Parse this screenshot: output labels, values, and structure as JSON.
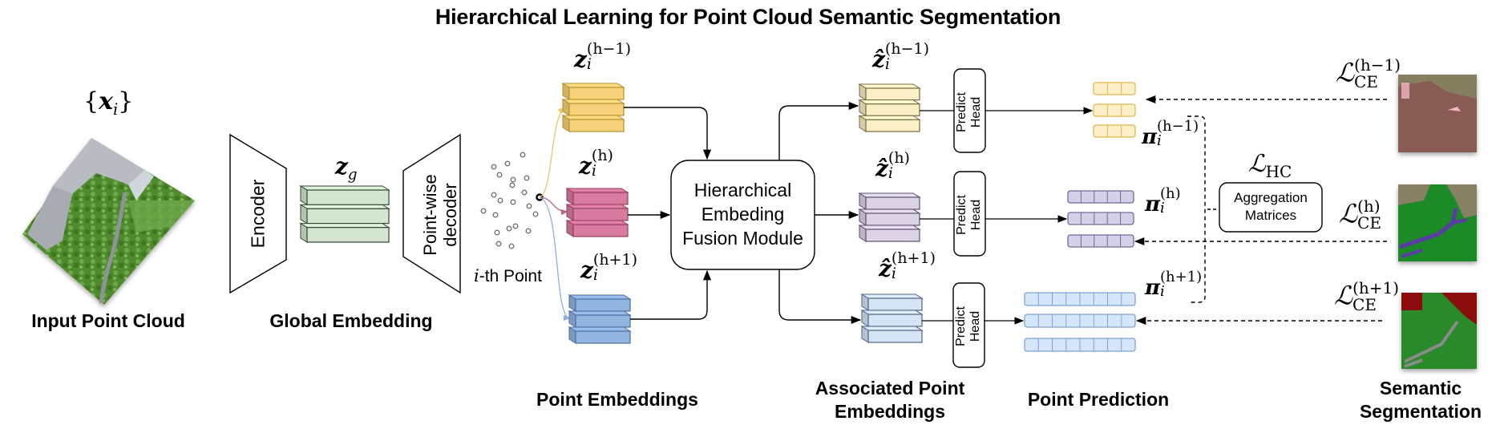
{
  "title": "Hierarchical Learning for Point Cloud Semantic Segmentation",
  "sections": {
    "input_point_cloud": "Input Point Cloud",
    "global_embedding": "Global Embedding",
    "point_embeddings": "Point Embeddings",
    "associated_point_embeddings_line1": "Associated Point",
    "associated_point_embeddings_line2": "Embeddings",
    "point_prediction": "Point Prediction",
    "semantic_segmentation_line1": "Semantic",
    "semantic_segmentation_line2": "Segmentation"
  },
  "input": {
    "set_symbol": "{x_i}",
    "brace_open": "{",
    "var": "x",
    "sub": "i",
    "brace_close": "}"
  },
  "encoder": {
    "label": "Encoder"
  },
  "global_embedding_symbol": {
    "var": "z",
    "sub": "g"
  },
  "decoder": {
    "label_line1": "Point-wise",
    "label_line2": "decoder"
  },
  "ith_point": {
    "var": "i",
    "suffix": "-th Point"
  },
  "point_embeddings": [
    {
      "var": "z",
      "sub": "i",
      "sup": "(h−1)",
      "color": "#f6d27a",
      "edge": "#b58f2e"
    },
    {
      "var": "z",
      "sub": "i",
      "sup": "(h)",
      "color": "#d97aa0",
      "edge": "#8f3f60"
    },
    {
      "var": "z",
      "sub": "i",
      "sup": "(h+1)",
      "color": "#93b4e0",
      "edge": "#4a6fa5"
    }
  ],
  "fusion_module": {
    "line1": "Hierarchical",
    "line2": "Embeding",
    "line3": "Fusion Module"
  },
  "associated_embeddings": [
    {
      "var": "ẑ",
      "sub": "i",
      "sup": "(h−1)",
      "color": "#fbefc8",
      "edge": "#7a6a3a"
    },
    {
      "var": "ẑ",
      "sub": "i",
      "sup": "(h)",
      "color": "#ddd3e6",
      "edge": "#5a4f6a"
    },
    {
      "var": "ẑ",
      "sub": "i",
      "sup": "(h+1)",
      "color": "#d5e4f6",
      "edge": "#4e6482"
    }
  ],
  "predict_head": {
    "line1": "Predict",
    "line2": "Head"
  },
  "predictions": [
    {
      "var": "π",
      "sub": "i",
      "sup": "(h−1)",
      "cells": 3,
      "fill": "#fdf0c8",
      "stroke": "#e0b84a"
    },
    {
      "var": "π",
      "sub": "i",
      "sup": "(h)",
      "cells": 5,
      "fill": "#d3d0e8",
      "stroke": "#6f6a9a"
    },
    {
      "var": "π",
      "sub": "i",
      "sup": "(h+1)",
      "cells": 8,
      "fill": "#d6e6fa",
      "stroke": "#7fa2d3"
    }
  ],
  "hc_loss": {
    "symbol": "ℒ",
    "sub": "HC"
  },
  "aggregation": {
    "line1": "Aggregation",
    "line2": "Matrices"
  },
  "ce_losses": [
    {
      "symbol": "ℒ",
      "sub": "CE",
      "sup": "(h−1)"
    },
    {
      "symbol": "ℒ",
      "sub": "CE",
      "sup": "(h)"
    },
    {
      "symbol": "ℒ",
      "sub": "CE",
      "sup": "(h+1)"
    }
  ],
  "segmentation_colors": {
    "level_h_minus_1": {
      "base": "#8a5a55",
      "secondary": "#857f5e",
      "accent": "#f0b4c0"
    },
    "level_h": {
      "base": "#1f8a26",
      "secondary": "#868065",
      "accent": "#5a3aa8"
    },
    "level_h_plus_1": {
      "base": "#2a8a2a",
      "secondary": "#8c0f10",
      "accent": "#8a8a8a"
    }
  },
  "point_cloud_colors": {
    "vegetation": "#4f8a2e",
    "vegetation_light": "#6ea84a",
    "roads": "#9aa0a6",
    "buildings": "#c8ccd2"
  }
}
